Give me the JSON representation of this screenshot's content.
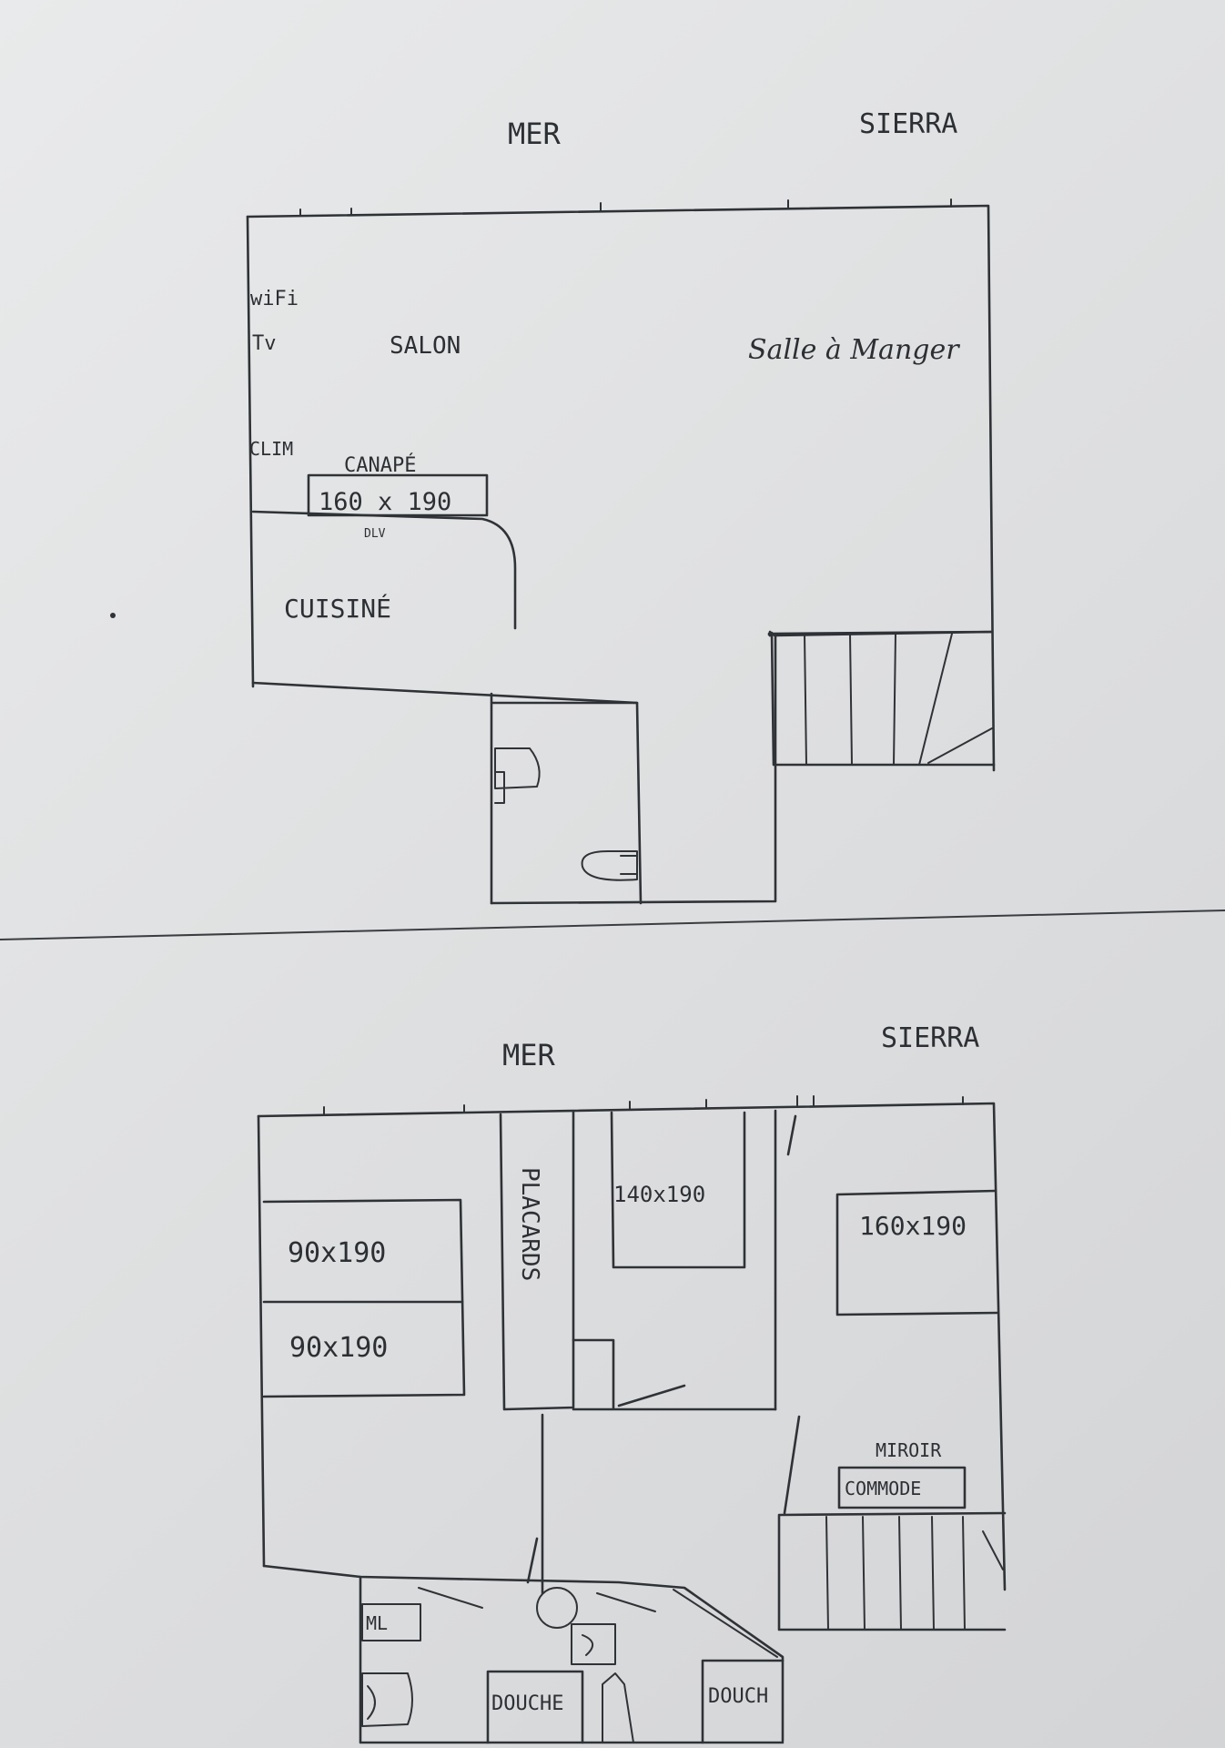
{
  "ground_floor": {
    "orientation_left": "MER",
    "orientation_right": "SIERRA",
    "wifi": "wiFi",
    "tv": "Tv",
    "living_room": "SALON",
    "dining_room": "Salle à Manger",
    "air_conditioning": "CLIM",
    "sofa_label": "CANAPÉ",
    "sofa_size": "160 x 190",
    "sofa_note": "DLV",
    "kitchen": "CUISINÉ"
  },
  "upper_floor": {
    "orientation_left": "MER",
    "orientation_right": "SIERRA",
    "bed_single_1": "90x190",
    "bed_single_2": "90x190",
    "wardrobes": "PLACARDS",
    "bed_double_1": "140x190",
    "bed_double_2": "160x190",
    "mirror": "MIROIR",
    "dresser": "COMMODE",
    "vanity": "ML",
    "shower_1": "DOUCHE",
    "shower_2": "DOUCH"
  }
}
